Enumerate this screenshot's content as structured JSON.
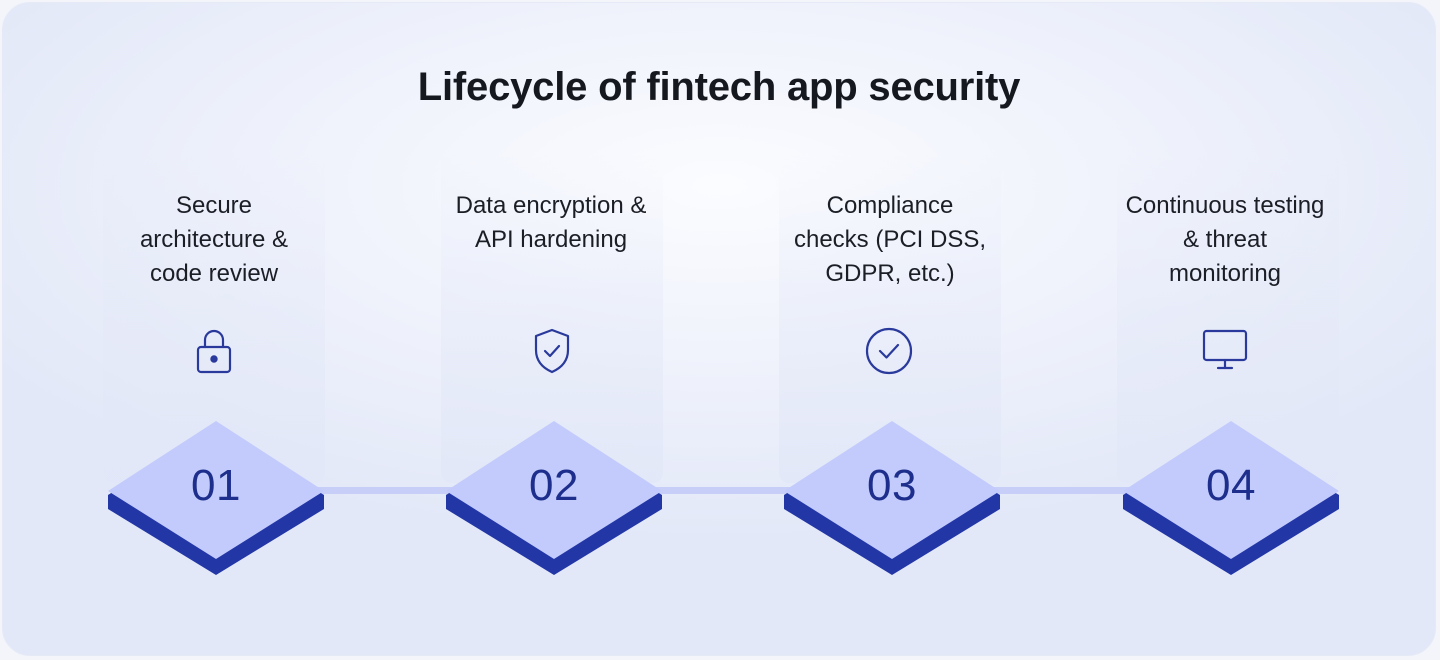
{
  "title": "Lifecycle of fintech app security",
  "steps": [
    {
      "number": "01",
      "label": "Secure\narchitecture &\ncode review",
      "icon": "lock-icon"
    },
    {
      "number": "02",
      "label": "Data encryption &\nAPI hardening",
      "icon": "shield-check-icon"
    },
    {
      "number": "03",
      "label": "Compliance\nchecks (PCI DSS,\nGDPR, etc.)",
      "icon": "check-circle-icon"
    },
    {
      "number": "04",
      "label": "Continuous testing\n& threat\nmonitoring",
      "icon": "monitor-icon"
    }
  ],
  "colors": {
    "diamond_top": "#c2cbfb",
    "diamond_side": "#2236a6",
    "number_text": "#1d2e8c",
    "icon_stroke": "#2a3a9c",
    "connector": "#c7cff8"
  }
}
